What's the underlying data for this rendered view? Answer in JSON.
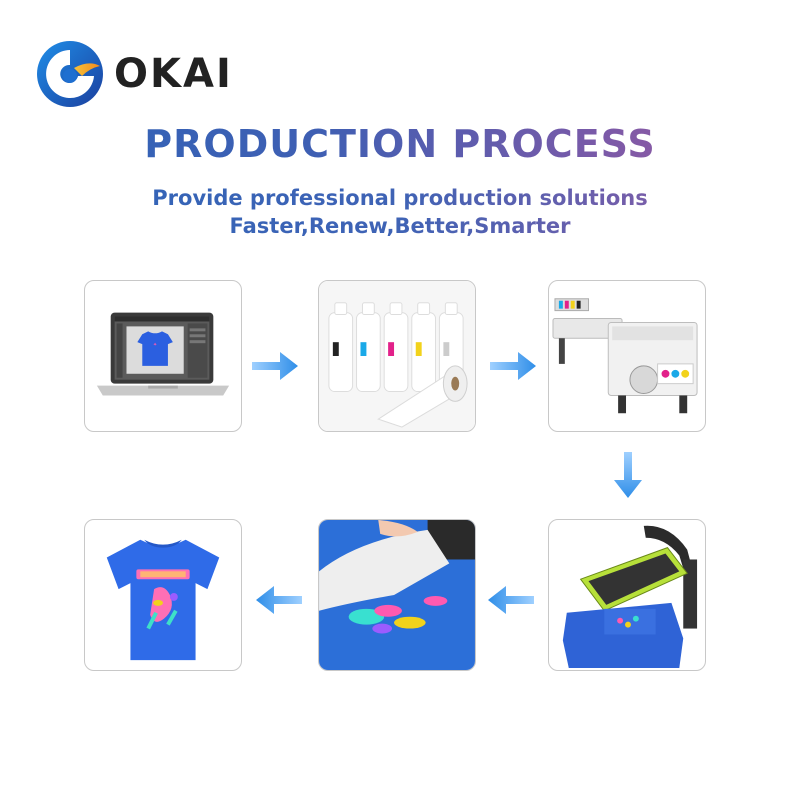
{
  "brand": {
    "name": "OKAI",
    "logo_icon": "okai-swirl-logo-icon"
  },
  "title": "PRODUCTION PROCESS",
  "subtitle_line1": "Provide professional production solutions",
  "subtitle_line2": "Faster,Renew,Better,Smarter",
  "colors": {
    "title_start": "#2f64b8",
    "title_end": "#a6599e",
    "arrow": "#2f8ee8"
  },
  "steps": [
    {
      "icon": "laptop-design-icon"
    },
    {
      "icon": "ink-bottles-and-film-roll-icon"
    },
    {
      "icon": "dtf-printer-icon"
    },
    {
      "icon": "heat-press-icon"
    },
    {
      "icon": "peel-transfer-film-icon"
    },
    {
      "icon": "printed-tshirt-icon"
    }
  ]
}
